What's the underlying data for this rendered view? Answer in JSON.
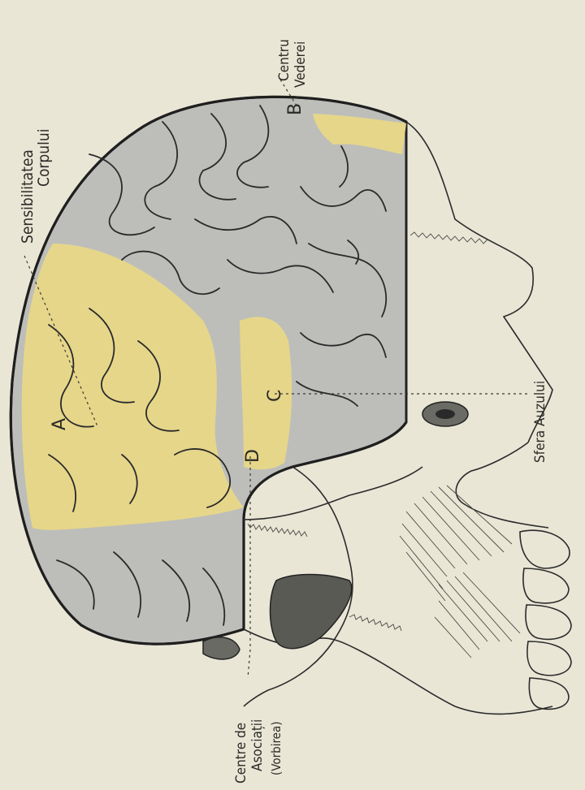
{
  "labels": {
    "sensibilitatea_line1": "Sensibilitatea",
    "sensibilitatea_line2": "Corpului",
    "centru_line1": "Centru",
    "centru_line2": "Vederei",
    "sfera": "Sfera Auzului",
    "centre_line1": "Centre de",
    "centre_line2": "Asociații",
    "centre_line3": "(Vorbirea)"
  },
  "markers": {
    "a": "A",
    "b": "B",
    "c": "C",
    "d": "D"
  },
  "colors": {
    "paper": "#e9e6d6",
    "cortex_gray": "#bdbeba",
    "sensory_yellow": "#e6d68a",
    "ink": "#2b2a26"
  }
}
